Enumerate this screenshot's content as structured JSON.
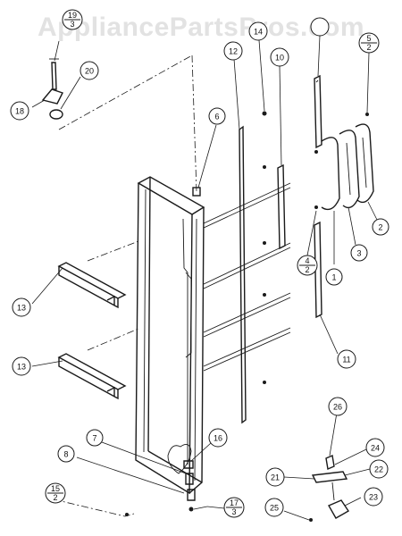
{
  "watermark": "AppliancePartsPros.com",
  "callouts": [
    {
      "id": "c-1",
      "label": "1"
    },
    {
      "id": "c-2",
      "label": "2"
    },
    {
      "id": "c-3",
      "label": "3"
    },
    {
      "id": "c-6",
      "label": "6"
    },
    {
      "id": "c-7",
      "label": "7"
    },
    {
      "id": "c-8",
      "label": "8"
    },
    {
      "id": "c-10",
      "label": "10"
    },
    {
      "id": "c-11",
      "label": "11"
    },
    {
      "id": "c-12",
      "label": "12"
    },
    {
      "id": "c-13a",
      "label": "13"
    },
    {
      "id": "c-13b",
      "label": "13"
    },
    {
      "id": "c-14",
      "label": "14"
    },
    {
      "id": "c-16",
      "label": "16"
    },
    {
      "id": "c-18",
      "label": "18"
    },
    {
      "id": "c-20",
      "label": "20"
    },
    {
      "id": "c-21",
      "label": "21"
    },
    {
      "id": "c-22",
      "label": "22"
    },
    {
      "id": "c-23",
      "label": "23"
    },
    {
      "id": "c-24",
      "label": "24"
    },
    {
      "id": "c-25",
      "label": "25"
    },
    {
      "id": "c-26",
      "label": "26"
    }
  ],
  "fraction_callouts": [
    {
      "id": "f-19-3",
      "top": "19",
      "bottom": "3"
    },
    {
      "id": "f-5-2",
      "top": "5",
      "bottom": "2"
    },
    {
      "id": "f-4-2",
      "top": "4",
      "bottom": "2"
    },
    {
      "id": "f-15-2",
      "top": "15",
      "bottom": "2"
    },
    {
      "id": "f-17-3",
      "top": "17",
      "bottom": "3"
    }
  ]
}
